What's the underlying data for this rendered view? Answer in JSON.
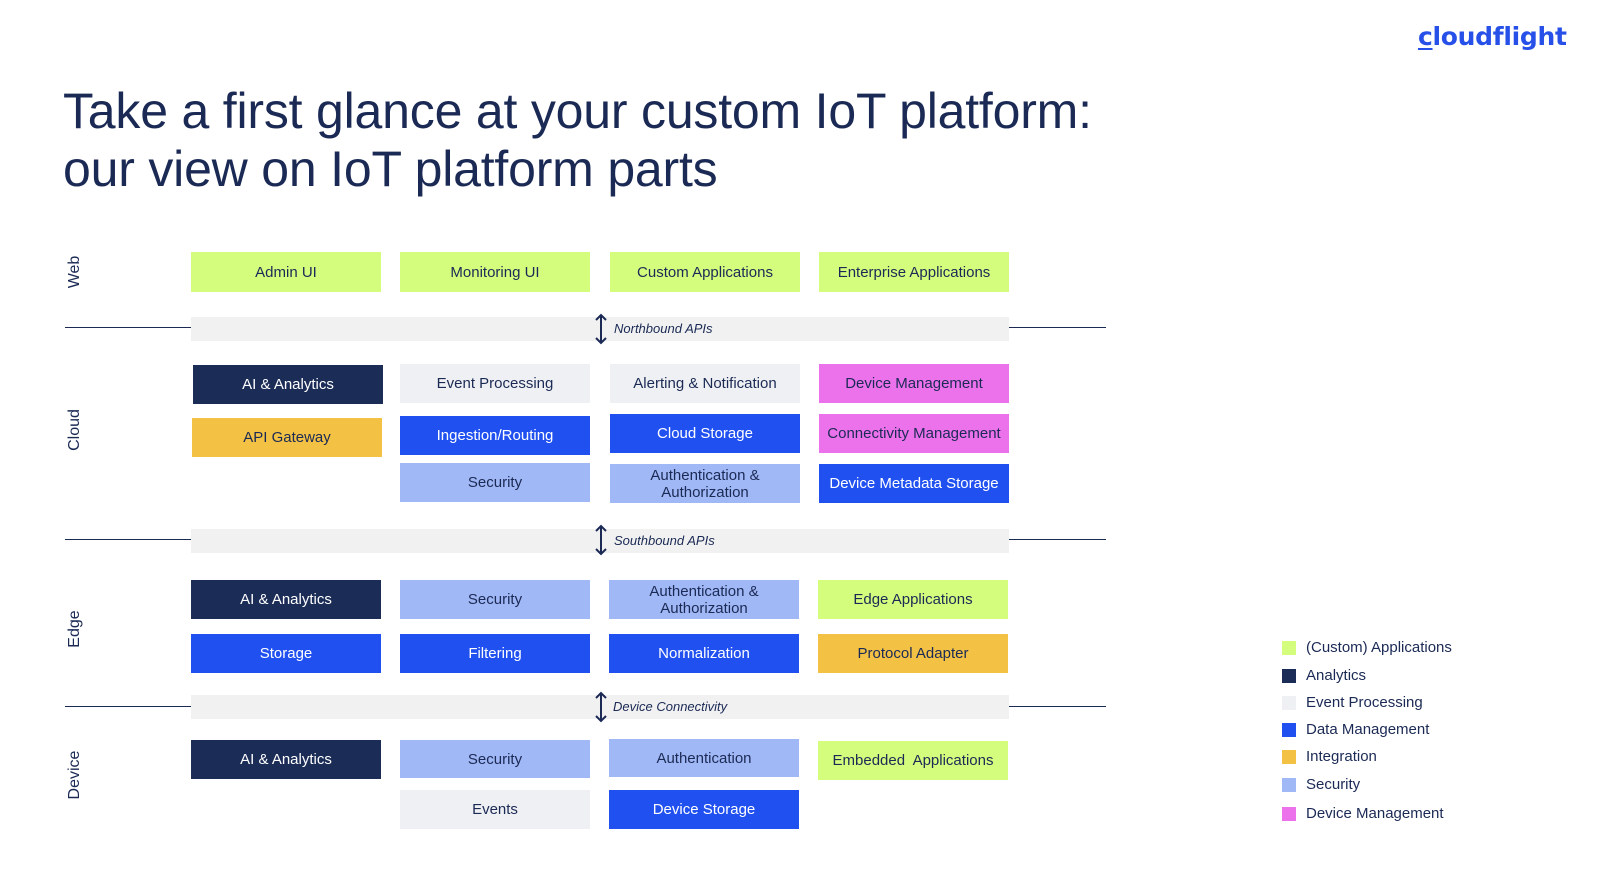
{
  "brand": {
    "logo_text": "cloudflight",
    "accent": "#2650e8"
  },
  "title": {
    "line1": "Take a first glance at your custom IoT platform:",
    "line2": "our view on IoT platform parts"
  },
  "colors": {
    "custom_applications": "#d4fd7e",
    "analytics": "#1b2c57",
    "event_processing": "#eff0f3",
    "data_management": "#2050f0",
    "integration": "#f3c244",
    "security": "#a1b8f6",
    "device_management": "#ec72ec",
    "text": "#1b2a55"
  },
  "layers": {
    "web": "Web",
    "cloud": "Cloud",
    "edge": "Edge",
    "device": "Device"
  },
  "interfaces": {
    "northbound": "Northbound APIs",
    "southbound": "Southbound APIs",
    "device_connectivity": "Device Connectivity"
  },
  "web": [
    {
      "label": "Admin UI",
      "category": "custom_applications"
    },
    {
      "label": "Monitoring UI",
      "category": "custom_applications"
    },
    {
      "label": "Custom Applications",
      "category": "custom_applications"
    },
    {
      "label": "Enterprise Applications",
      "category": "custom_applications"
    }
  ],
  "cloud": [
    {
      "label": "AI & Analytics",
      "category": "analytics"
    },
    {
      "label": "API Gateway",
      "category": "integration"
    },
    {
      "label": "Event Processing",
      "category": "event_processing"
    },
    {
      "label": "Ingestion/Routing",
      "category": "data_management"
    },
    {
      "label": "Security",
      "category": "security"
    },
    {
      "label": "Alerting & Notification",
      "category": "event_processing"
    },
    {
      "label": "Cloud Storage",
      "category": "data_management"
    },
    {
      "label": "Authentication & Authorization",
      "category": "security"
    },
    {
      "label": "Device Management",
      "category": "device_management"
    },
    {
      "label": "Connectivity Management",
      "category": "device_management"
    },
    {
      "label": "Device Metadata Storage",
      "category": "data_management"
    }
  ],
  "edge": [
    {
      "label": "AI & Analytics",
      "category": "analytics"
    },
    {
      "label": "Storage",
      "category": "data_management"
    },
    {
      "label": "Security",
      "category": "security"
    },
    {
      "label": "Filtering",
      "category": "data_management"
    },
    {
      "label": "Authentication & Authorization",
      "category": "security"
    },
    {
      "label": "Normalization",
      "category": "data_management"
    },
    {
      "label": "Edge Applications",
      "category": "custom_applications"
    },
    {
      "label": "Protocol Adapter",
      "category": "integration"
    }
  ],
  "device": [
    {
      "label": "AI & Analytics",
      "category": "analytics"
    },
    {
      "label": "Security",
      "category": "security"
    },
    {
      "label": "Events",
      "category": "event_processing"
    },
    {
      "label": "Authentication",
      "category": "security"
    },
    {
      "label": "Device Storage",
      "category": "data_management"
    },
    {
      "label": "Embedded  Applications",
      "category": "custom_applications"
    }
  ],
  "legend": [
    {
      "label": "(Custom) Applications",
      "color": "#d4fd7e"
    },
    {
      "label": "Analytics",
      "color": "#1b2c57"
    },
    {
      "label": "Event Processing",
      "color": "#eff0f3"
    },
    {
      "label": "Data Management",
      "color": "#2050f0"
    },
    {
      "label": "Integration",
      "color": "#f3c244"
    },
    {
      "label": "Security",
      "color": "#a1b8f6"
    },
    {
      "label": "Device Management",
      "color": "#ec72ec"
    }
  ]
}
